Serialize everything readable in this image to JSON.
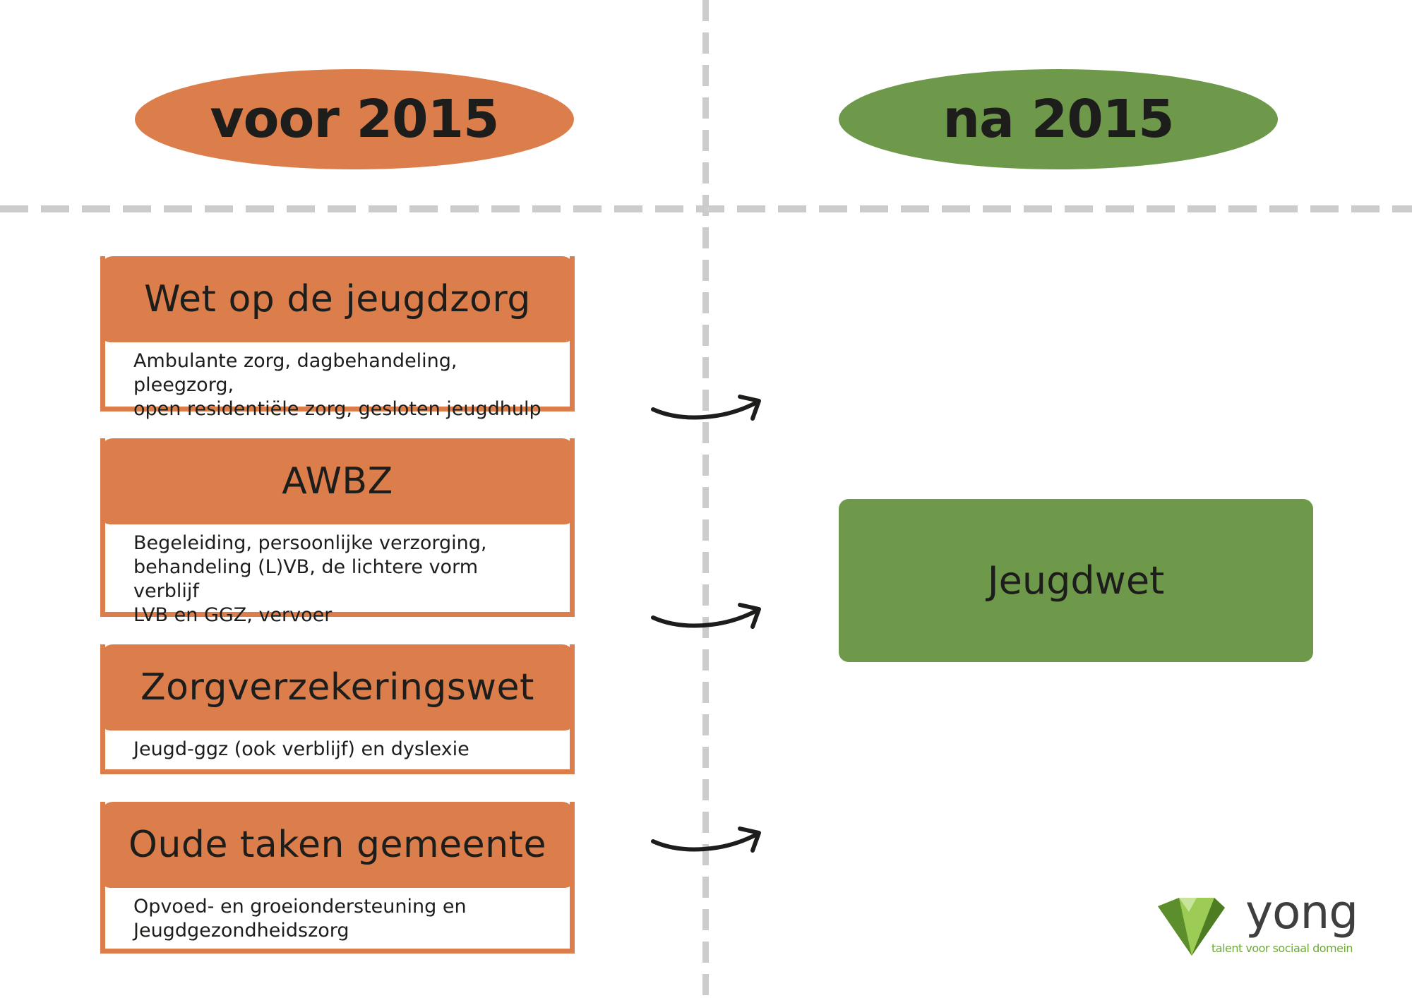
{
  "header": {
    "before_label": "voor 2015",
    "after_label": "na 2015"
  },
  "laws": [
    {
      "title": "Wet op de jeugdzorg",
      "lines": [
        "Ambulante zorg, dagbehandeling, pleegzorg,",
        "open residentiële zorg, gesloten jeugdhulp"
      ]
    },
    {
      "title": "AWBZ",
      "lines": [
        "Begeleiding, persoonlijke verzorging,",
        "behandeling (L)VB, de lichtere vorm verblijf",
        "LVB en GGZ, vervoer"
      ]
    },
    {
      "title": "Zorgverzekeringswet",
      "lines": [
        "Jeugd-ggz (ook verblijf) en dyslexie"
      ]
    },
    {
      "title": "Oude taken gemeente",
      "lines": [
        "Opvoed- en groeiondersteuning en",
        "Jeugdgezondheidszorg"
      ]
    }
  ],
  "result": {
    "label": "Jeugdwet"
  },
  "logo": {
    "word": "yong",
    "tagline": "talent voor sociaal domein"
  },
  "colors": {
    "orange": "#db7e4b",
    "green": "#6e994b",
    "dash": "#cccccc",
    "text": "#1d1d1b"
  }
}
